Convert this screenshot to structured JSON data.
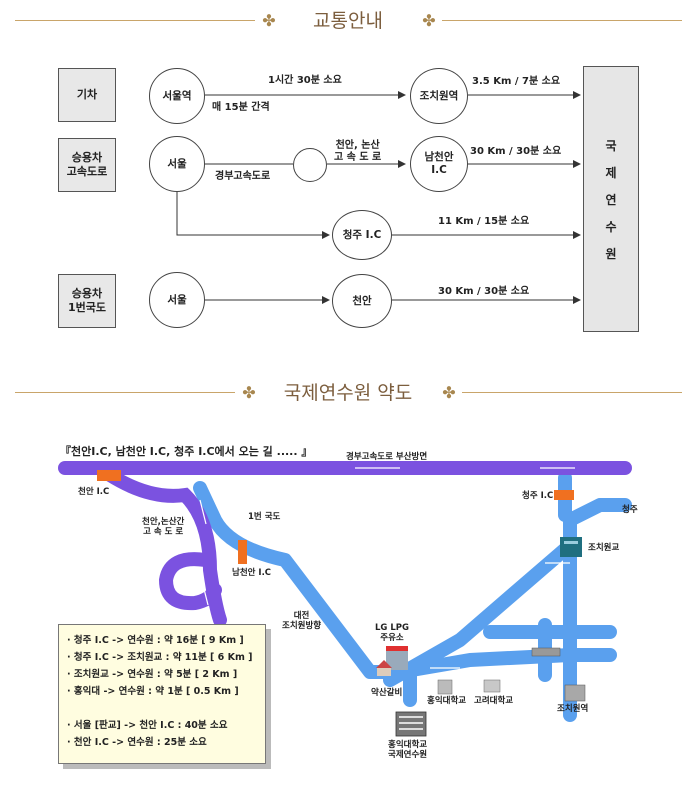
{
  "section1": {
    "title": "교통안내"
  },
  "rows": {
    "train": {
      "mode": "기차",
      "start": "서울역",
      "duration": "1시간 30분 소요",
      "interval": "매 15분 간격",
      "station": "조치원역",
      "last_leg": "3.5 Km / 7분 소요"
    },
    "car_expressway": {
      "mode": "승용차\n고속도로",
      "start": "서울",
      "via": "천안, 논산\n고 속 도 로",
      "road": "경부고속도로",
      "exit1": "남천안\nI.C",
      "last_leg1": "30 Km / 30분 소요",
      "exit2": "청주 I.C",
      "last_leg2": "11 Km / 15분 소요"
    },
    "car_national": {
      "mode": "승용차\n1번국도",
      "start": "서울",
      "city": "천안",
      "last_leg": "30 Km / 30분 소요"
    }
  },
  "destination": [
    "국",
    "제",
    "연",
    "수",
    "원"
  ],
  "section2": {
    "title": "국제연수원  약도"
  },
  "map": {
    "route_title": "『천안I.C,  남천안 I.C,  청주 I.C에서 오는 길 ..... 』",
    "labels": {
      "expressway": "경부고속도로 부산방면",
      "cheonan_ic": "천안 I.C",
      "cheongju_ic": "청주 I.C",
      "cheongju": "청주",
      "cheonan_nonsan": "천안,논산간\n고 속 도 로",
      "route1": "1번 국도",
      "namcheonan_ic": "남천안 I.C",
      "jochiwon_ic": "조치원교",
      "daejeon_dir": "대전\n조치원방향",
      "lg_lpg": "LG LPG\n주유소",
      "yaksan": "약산갈비",
      "hongik_school": "홍익대학교",
      "korea_univ": "고려대학교",
      "jochiwon_station": "조치원역",
      "hongik_center": "홍익대학교\n국제연수원"
    },
    "colors": {
      "expressway": "#7b52e0",
      "road": "#5599ee",
      "ic_marker": "#f07020"
    }
  },
  "info": {
    "lines": [
      "· 청주 I.C -> 연수원 : 약 16분 [ 9 Km ]",
      "· 청주 I.C -> 조치원교 : 약 11분 [ 6 Km ]",
      "· 조치원교 -> 연수원 : 약 5분 [ 2 Km ]",
      "· 홍익대 -> 연수원 : 약 1분 [ 0.5 Km ]"
    ],
    "lines2": [
      "· 서울 [판교] -> 천안 I.C : 40분 소요",
      "· 천안 I.C -> 연수원 : 25분 소요"
    ]
  }
}
